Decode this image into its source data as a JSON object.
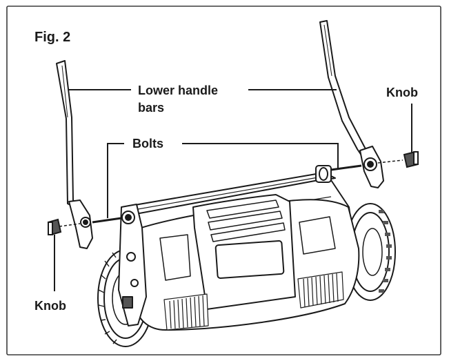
{
  "figure": {
    "title": "Fig. 2",
    "labels": {
      "lower_handle_bars_line1": "Lower handle",
      "lower_handle_bars_line2": "bars",
      "bolts": "Bolts",
      "knob_right": "Knob",
      "knob_left": "Knob"
    }
  },
  "colors": {
    "frame": "#3a3a3a",
    "ink": "#1a1a1a",
    "machine_fill": "#ffffff",
    "shade": "#555555"
  }
}
